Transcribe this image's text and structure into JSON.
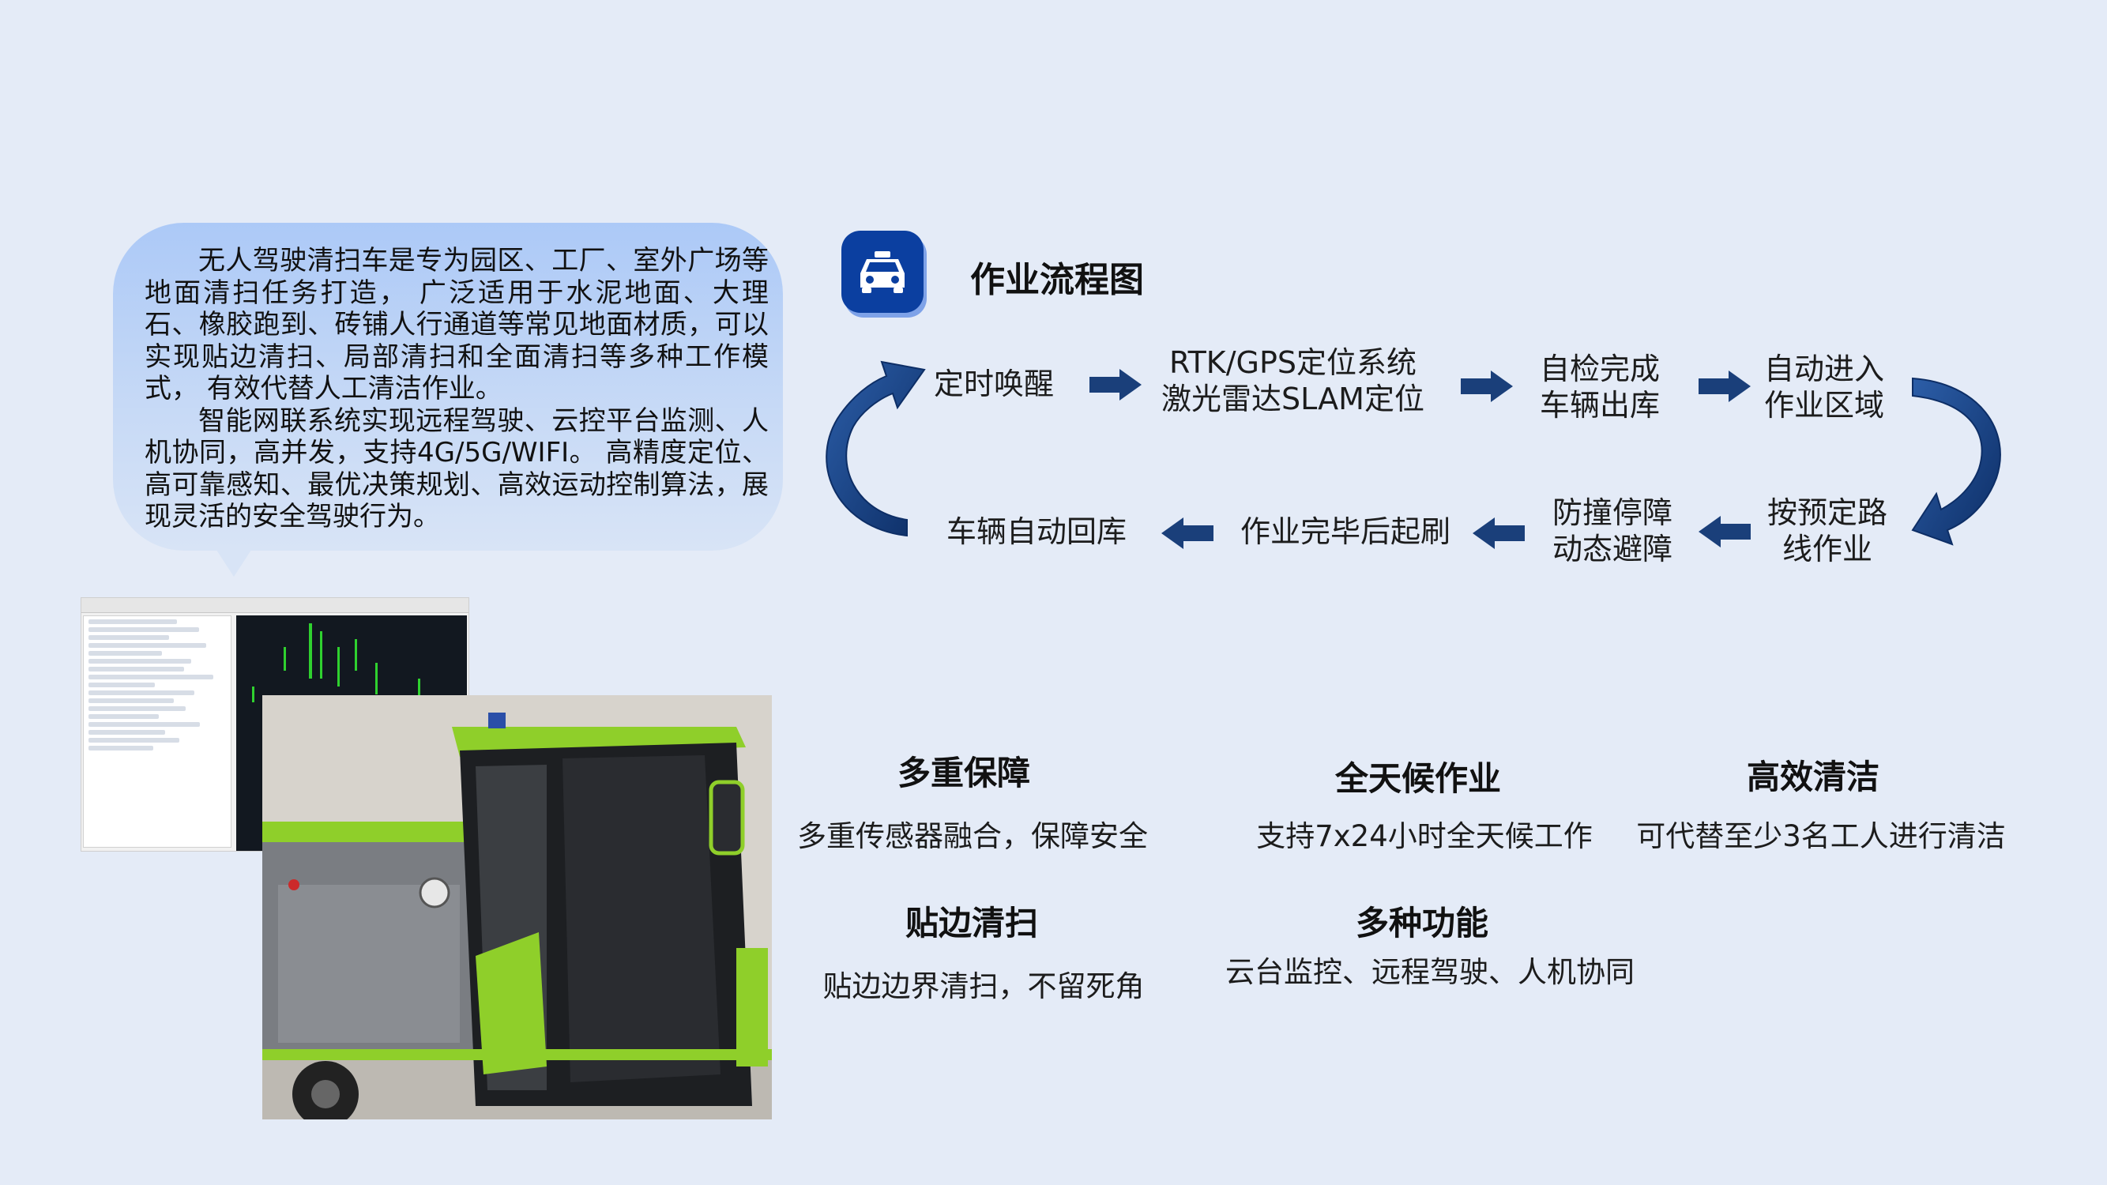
{
  "intro": {
    "paragraph1": "无人驾驶清扫车是专为园区、工厂、室外广场等地面清扫任务打造， 广泛适用于水泥地面、大理石、橡胶跑到、砖铺人行通道等常见地面材质，可以实现贴边清扫、局部清扫和全面清扫等多种工作模式， 有效代替人工清洁作业。",
    "paragraph2": "智能网联系统实现远程驾驶、云控平台监测、人机协同，高并发，支持4G/5G/WIFI。 高精度定位、高可靠感知、最优决策规划、高效运动控制算法，展现灵活的安全驾驶行为。"
  },
  "flow": {
    "title": "作业流程图",
    "icon": "taxi-icon",
    "accent": "#0b3fa0",
    "arrow_color": "#1a3f7a",
    "top_row": [
      {
        "line1": "定时唤醒",
        "line2": ""
      },
      {
        "line1": "RTK/GPS定位系统",
        "line2": "激光雷达SLAM定位"
      },
      {
        "line1": "自检完成",
        "line2": "车辆出库"
      },
      {
        "line1": "自动进入",
        "line2": "作业区域"
      }
    ],
    "bottom_row": [
      {
        "line1": "按预定路",
        "line2": "线作业"
      },
      {
        "line1": "防撞停障",
        "line2": "动态避障"
      },
      {
        "line1": "作业完毕后起刷",
        "line2": ""
      },
      {
        "line1": "车辆自动回库",
        "line2": ""
      }
    ]
  },
  "features": [
    {
      "title": "多重保障",
      "desc": "多重传感器融合，保障安全"
    },
    {
      "title": "全天候作业",
      "desc": "支持7x24小时全天候工作"
    },
    {
      "title": "高效清洁",
      "desc": "可代替至少3名工人进行清洁"
    },
    {
      "title": "贴边清扫",
      "desc": "贴边边界清扫，不留死角"
    },
    {
      "title": "多种功能",
      "desc": "云台监控、远程驾驶、人机协同"
    }
  ]
}
